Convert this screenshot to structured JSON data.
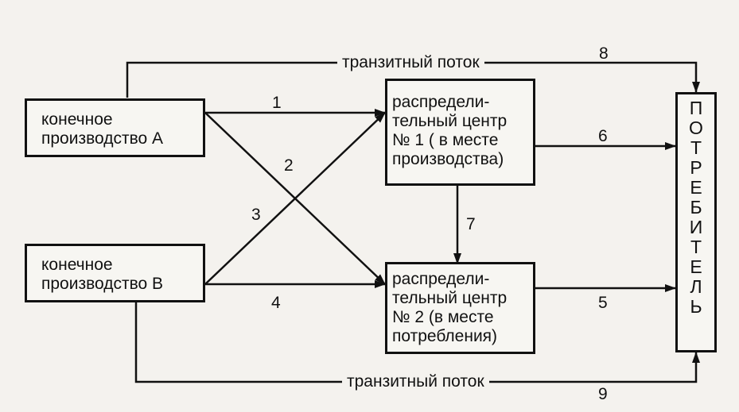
{
  "nodes": {
    "production_a": "конечное\nпроизводство А",
    "production_b": "конечное\nпроизводство В",
    "center_1": "распредели-\nтельный центр\n№ 1 ( в месте\nпроизводства)",
    "center_2": "распредели-\nтельный центр\n№ 2 (в месте\nпотребления)",
    "consumer_letters": [
      "П",
      "О",
      "Т",
      "Р",
      "Е",
      "Б",
      "И",
      "Т",
      "Е",
      "Л",
      "Ь"
    ]
  },
  "edges": {
    "transit_top": "транзитный поток",
    "transit_bottom": "транзитный поток",
    "n1": "1",
    "n2": "2",
    "n3": "3",
    "n4": "4",
    "n5": "5",
    "n6": "6",
    "n7": "7",
    "n8": "8",
    "n9": "9"
  }
}
